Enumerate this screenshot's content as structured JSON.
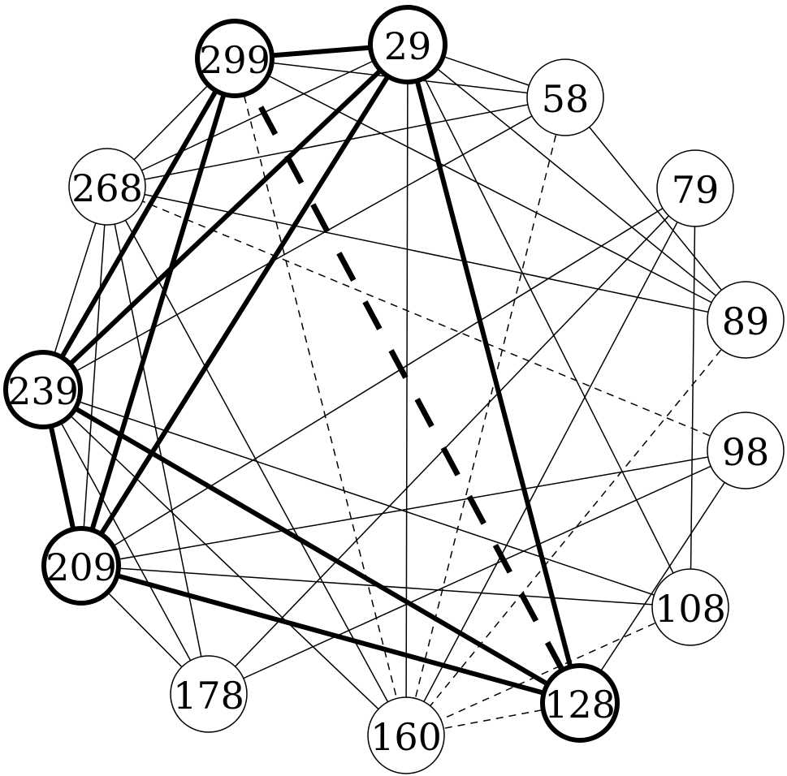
{
  "graph": {
    "nodes": [
      {
        "id": "299",
        "label": "299",
        "highlight": true
      },
      {
        "id": "29",
        "label": "29",
        "highlight": true
      },
      {
        "id": "58",
        "label": "58",
        "highlight": false
      },
      {
        "id": "79",
        "label": "79",
        "highlight": false
      },
      {
        "id": "89",
        "label": "89",
        "highlight": false
      },
      {
        "id": "98",
        "label": "98",
        "highlight": false
      },
      {
        "id": "108",
        "label": "108",
        "highlight": false
      },
      {
        "id": "128",
        "label": "128",
        "highlight": true
      },
      {
        "id": "160",
        "label": "160",
        "highlight": false
      },
      {
        "id": "178",
        "label": "178",
        "highlight": false
      },
      {
        "id": "209",
        "label": "209",
        "highlight": true
      },
      {
        "id": "239",
        "label": "239",
        "highlight": true
      },
      {
        "id": "268",
        "label": "268",
        "highlight": false
      }
    ],
    "edges": [
      {
        "from": "299",
        "to": "29",
        "weight": "bold",
        "style": "solid"
      },
      {
        "from": "299",
        "to": "239",
        "weight": "bold",
        "style": "solid"
      },
      {
        "from": "299",
        "to": "209",
        "weight": "bold",
        "style": "solid"
      },
      {
        "from": "299",
        "to": "128",
        "weight": "bold",
        "style": "dashed"
      },
      {
        "from": "29",
        "to": "239",
        "weight": "bold",
        "style": "solid"
      },
      {
        "from": "29",
        "to": "209",
        "weight": "bold",
        "style": "solid"
      },
      {
        "from": "29",
        "to": "128",
        "weight": "bold",
        "style": "solid"
      },
      {
        "from": "239",
        "to": "209",
        "weight": "bold",
        "style": "solid"
      },
      {
        "from": "239",
        "to": "128",
        "weight": "bold",
        "style": "solid"
      },
      {
        "from": "209",
        "to": "128",
        "weight": "bold",
        "style": "solid"
      },
      {
        "from": "299",
        "to": "58",
        "weight": "thin",
        "style": "solid"
      },
      {
        "from": "299",
        "to": "268",
        "weight": "thin",
        "style": "solid"
      },
      {
        "from": "299",
        "to": "89",
        "weight": "thin",
        "style": "solid"
      },
      {
        "from": "299",
        "to": "160",
        "weight": "thin",
        "style": "dashed"
      },
      {
        "from": "29",
        "to": "58",
        "weight": "thin",
        "style": "solid"
      },
      {
        "from": "29",
        "to": "268",
        "weight": "thin",
        "style": "solid"
      },
      {
        "from": "29",
        "to": "89",
        "weight": "thin",
        "style": "solid"
      },
      {
        "from": "29",
        "to": "108",
        "weight": "thin",
        "style": "solid"
      },
      {
        "from": "29",
        "to": "160",
        "weight": "thin",
        "style": "solid"
      },
      {
        "from": "58",
        "to": "268",
        "weight": "thin",
        "style": "solid"
      },
      {
        "from": "58",
        "to": "239",
        "weight": "thin",
        "style": "solid"
      },
      {
        "from": "58",
        "to": "89",
        "weight": "thin",
        "style": "solid"
      },
      {
        "from": "58",
        "to": "160",
        "weight": "thin",
        "style": "dashed"
      },
      {
        "from": "79",
        "to": "209",
        "weight": "thin",
        "style": "solid"
      },
      {
        "from": "79",
        "to": "178",
        "weight": "thin",
        "style": "solid"
      },
      {
        "from": "79",
        "to": "160",
        "weight": "thin",
        "style": "solid"
      },
      {
        "from": "79",
        "to": "108",
        "weight": "thin",
        "style": "solid"
      },
      {
        "from": "89",
        "to": "268",
        "weight": "thin",
        "style": "solid"
      },
      {
        "from": "89",
        "to": "160",
        "weight": "thin",
        "style": "dashed"
      },
      {
        "from": "98",
        "to": "268",
        "weight": "thin",
        "style": "dashed"
      },
      {
        "from": "98",
        "to": "209",
        "weight": "thin",
        "style": "solid"
      },
      {
        "from": "98",
        "to": "178",
        "weight": "thin",
        "style": "solid"
      },
      {
        "from": "98",
        "to": "128",
        "weight": "thin",
        "style": "solid"
      },
      {
        "from": "108",
        "to": "239",
        "weight": "thin",
        "style": "solid"
      },
      {
        "from": "108",
        "to": "209",
        "weight": "thin",
        "style": "solid"
      },
      {
        "from": "108",
        "to": "160",
        "weight": "thin",
        "style": "dashed"
      },
      {
        "from": "128",
        "to": "160",
        "weight": "thin",
        "style": "dashed"
      },
      {
        "from": "178",
        "to": "209",
        "weight": "thin",
        "style": "solid"
      },
      {
        "from": "178",
        "to": "268",
        "weight": "thin",
        "style": "solid"
      },
      {
        "from": "178",
        "to": "239",
        "weight": "thin",
        "style": "solid"
      },
      {
        "from": "160",
        "to": "268",
        "weight": "thin",
        "style": "solid"
      },
      {
        "from": "160",
        "to": "239",
        "weight": "thin",
        "style": "solid"
      },
      {
        "from": "268",
        "to": "239",
        "weight": "thin",
        "style": "solid"
      },
      {
        "from": "268",
        "to": "209",
        "weight": "thin",
        "style": "solid"
      }
    ]
  }
}
